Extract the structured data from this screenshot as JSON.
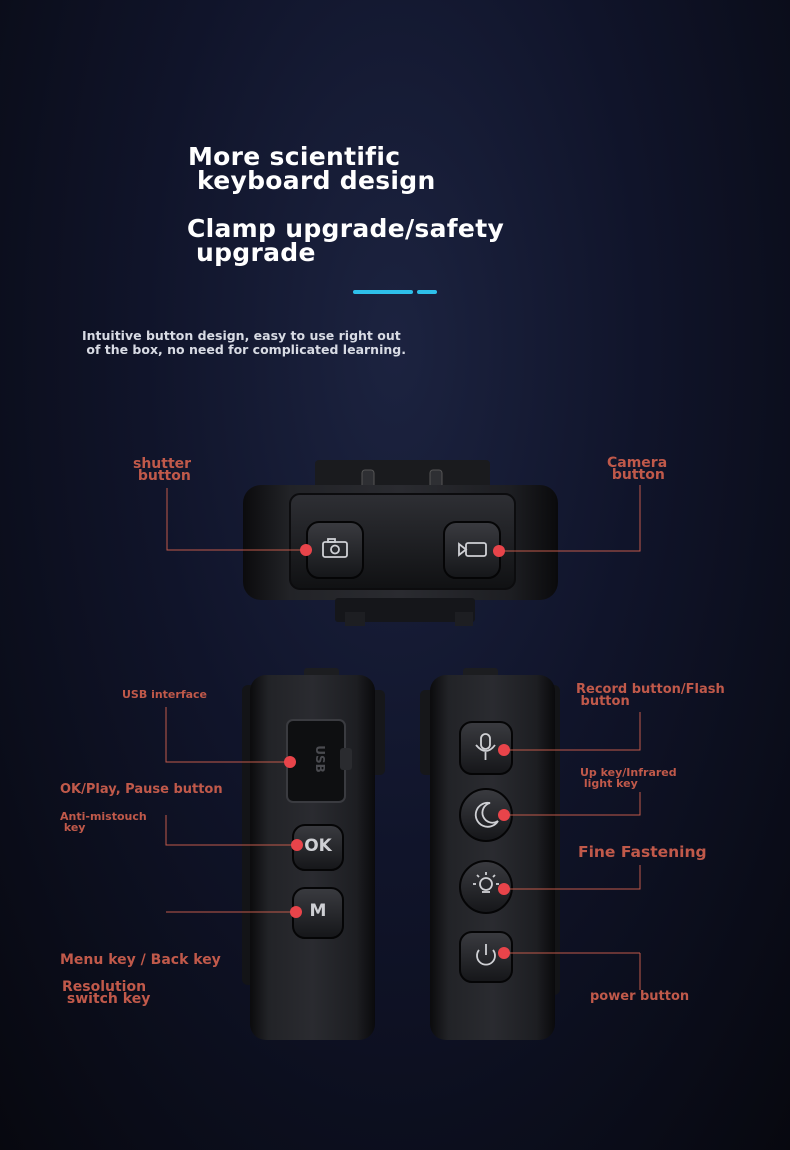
{
  "headline": {
    "line1": "More scientific\n keyboard design",
    "line2": "Clamp upgrade/safety\n upgrade"
  },
  "accent_color": "#2ec0ea",
  "description": "Intuitive button design, easy to use right out\n of the box, no need for complicated learning.",
  "label_color": "#c0594a",
  "top_view": {
    "shutter_label": "shutter\n button",
    "camera_label": "Camera\n button",
    "shutter_icon": "camera-icon",
    "camera_icon": "video-camera-icon"
  },
  "left_side": {
    "usb_label": "USB interface",
    "usb_port_text": "USB",
    "ok_label": "OK/Play, Pause button",
    "antimistouch_label": "Anti-mistouch\n key",
    "ok_button_text": "OK",
    "m_button_text": "M",
    "menu_label": "Menu key / Back key",
    "resolution_label": "Resolution\n switch key"
  },
  "right_side": {
    "record_label": "Record button/Flash\n button",
    "up_label": "Up key/Infrared\n light key",
    "fastening_label": "Fine Fastening",
    "power_label": "power button",
    "icons": [
      "microphone-icon",
      "moon-icon",
      "light-icon",
      "power-icon"
    ]
  }
}
